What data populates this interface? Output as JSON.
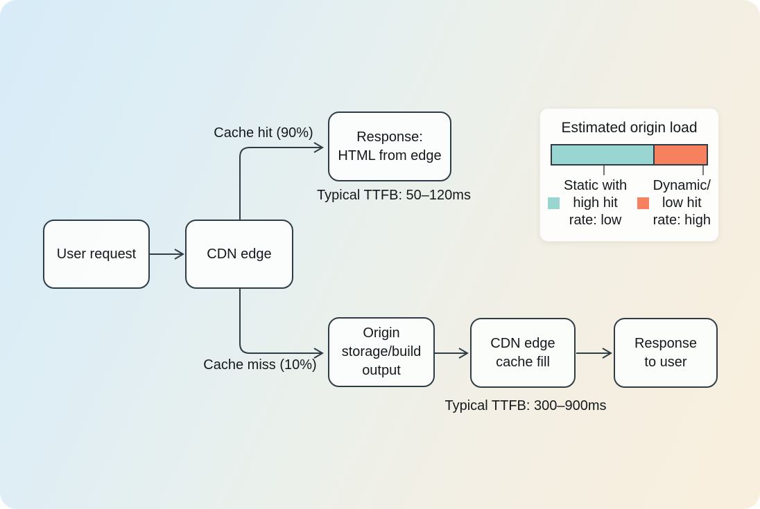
{
  "nodes": {
    "user_request": {
      "label": "User request"
    },
    "cdn_edge": {
      "label": "CDN edge"
    },
    "response_edge": {
      "label": "Response:\nHTML from edge"
    },
    "origin_storage": {
      "label": "Origin\nstorage/build\noutput"
    },
    "cache_fill": {
      "label": "CDN edge\ncache fill"
    },
    "response_user": {
      "label": "Response\nto user"
    }
  },
  "edges": {
    "cache_hit_label": "Cache hit (90%)",
    "cache_miss_label": "Cache miss (10%)"
  },
  "annotations": {
    "ttfb_hit": "Typical TTFB: 50–120ms",
    "ttfb_miss": "Typical TTFB: 300–900ms"
  },
  "legend": {
    "title": "Estimated origin load",
    "bar": {
      "segments": [
        {
          "name": "static-with-high-hit-rate",
          "color": "#99d6d2",
          "pct": 66
        },
        {
          "name": "dynamic-low-hit-rate",
          "color": "#f7805e",
          "pct": 34
        }
      ]
    },
    "items": [
      {
        "swatch_color": "#99d6d2",
        "label": "Static with\nhigh hit\nrate: low"
      },
      {
        "swatch_color": "#f7805e",
        "label": "Dynamic/\nlow hit\nrate: high"
      }
    ]
  },
  "chart_data": {
    "type": "bar",
    "title": "Estimated origin load",
    "categories": [
      "Static with high hit rate",
      "Dynamic/low hit rate"
    ],
    "values": [
      66,
      34
    ],
    "value_labels": [
      "low",
      "high"
    ],
    "colors": [
      "#99d6d2",
      "#f7805e"
    ],
    "layout": "single horizontal stacked bar, legend below"
  },
  "colors": {
    "stroke": "#2e3c46",
    "text": "#14181c",
    "bg_top_left": "#d7ecf8",
    "bg_bottom_right": "#f9efdd"
  }
}
